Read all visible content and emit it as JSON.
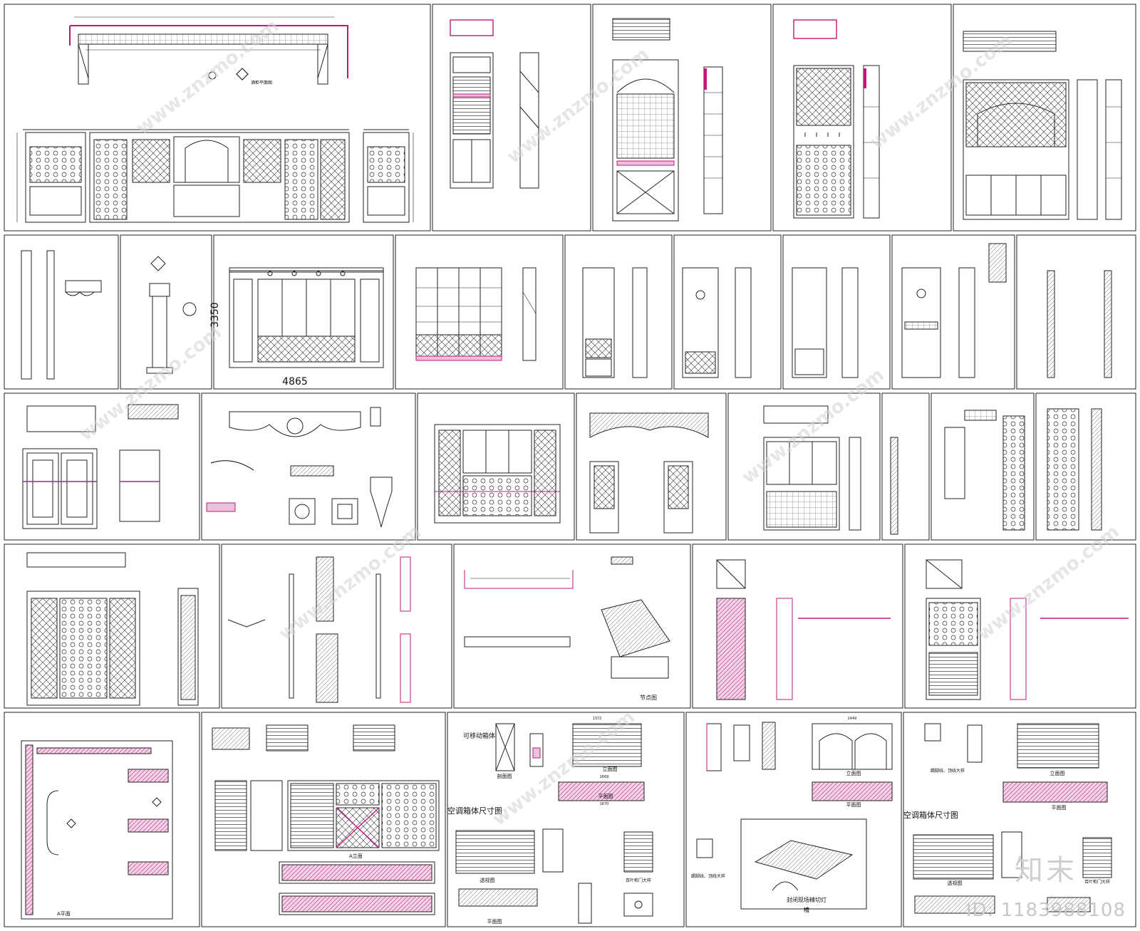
{
  "labels": {
    "wine_room_plan": "酒柜平面图",
    "movable_box": "可移动箱体",
    "elevation": "立面图",
    "plan": "平面图",
    "section": "剖面图",
    "ac_box_size": "空调箱体尺寸图",
    "perspective": "透视图",
    "louver_door_detail": "百叶柜门大样",
    "sealed_light_slot": "封闭现场精切灯",
    "slot": "槽",
    "a_elevation": "A立面",
    "a_plan": "A平面",
    "node": "节点图",
    "kickline_topline": "踢脚线、顶线大样"
  },
  "dims": {
    "d3350": "3350",
    "d4865": "4865",
    "d1372": "1372",
    "d1669": "1669",
    "d1670": "1670",
    "d1449": "1449"
  },
  "watermark": "www.znzmo.com",
  "brand": "知末",
  "id_label": "ID: 1183988108",
  "colors": {
    "line": "#1a1a1a",
    "accent": "#c2187a",
    "fill": "#e9c3dd"
  }
}
